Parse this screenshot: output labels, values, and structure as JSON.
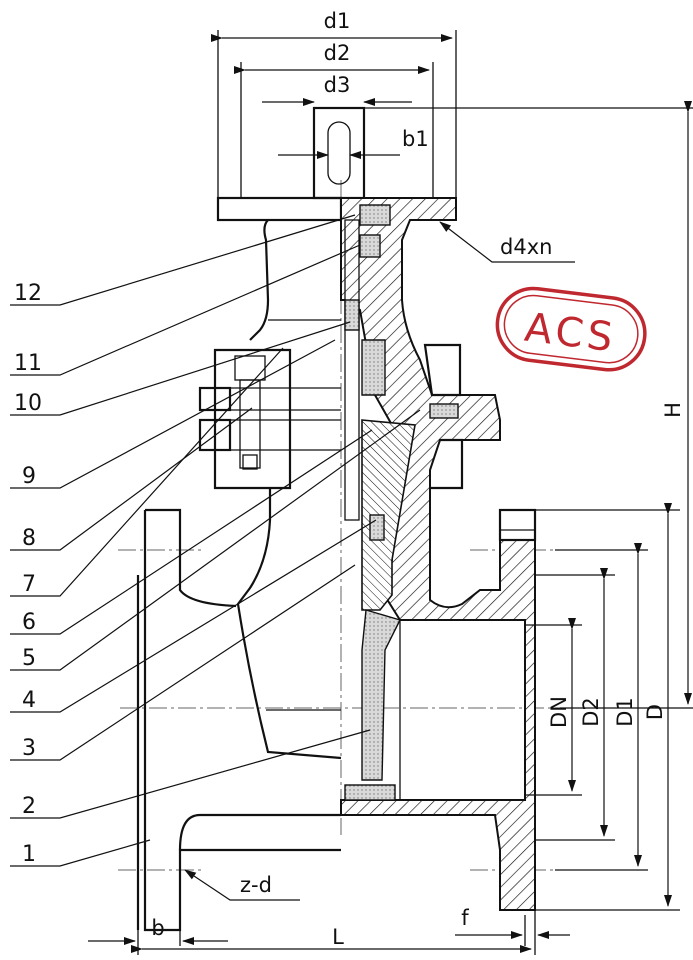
{
  "logo": {
    "text": "ACS",
    "color": "#c0282f"
  },
  "dimensions": {
    "d1": "d1",
    "d2": "d2",
    "d3": "d3",
    "b1": "b1",
    "d4xn": "d4xn",
    "H": "H",
    "DN": "DN",
    "D2": "D2",
    "D1": "D1",
    "D": "D",
    "L": "L",
    "b": "b",
    "f": "f",
    "zd": "z-d"
  },
  "part_labels": [
    "12",
    "11",
    "10",
    "9",
    "8",
    "7",
    "6",
    "5",
    "4",
    "3",
    "2",
    "1"
  ]
}
